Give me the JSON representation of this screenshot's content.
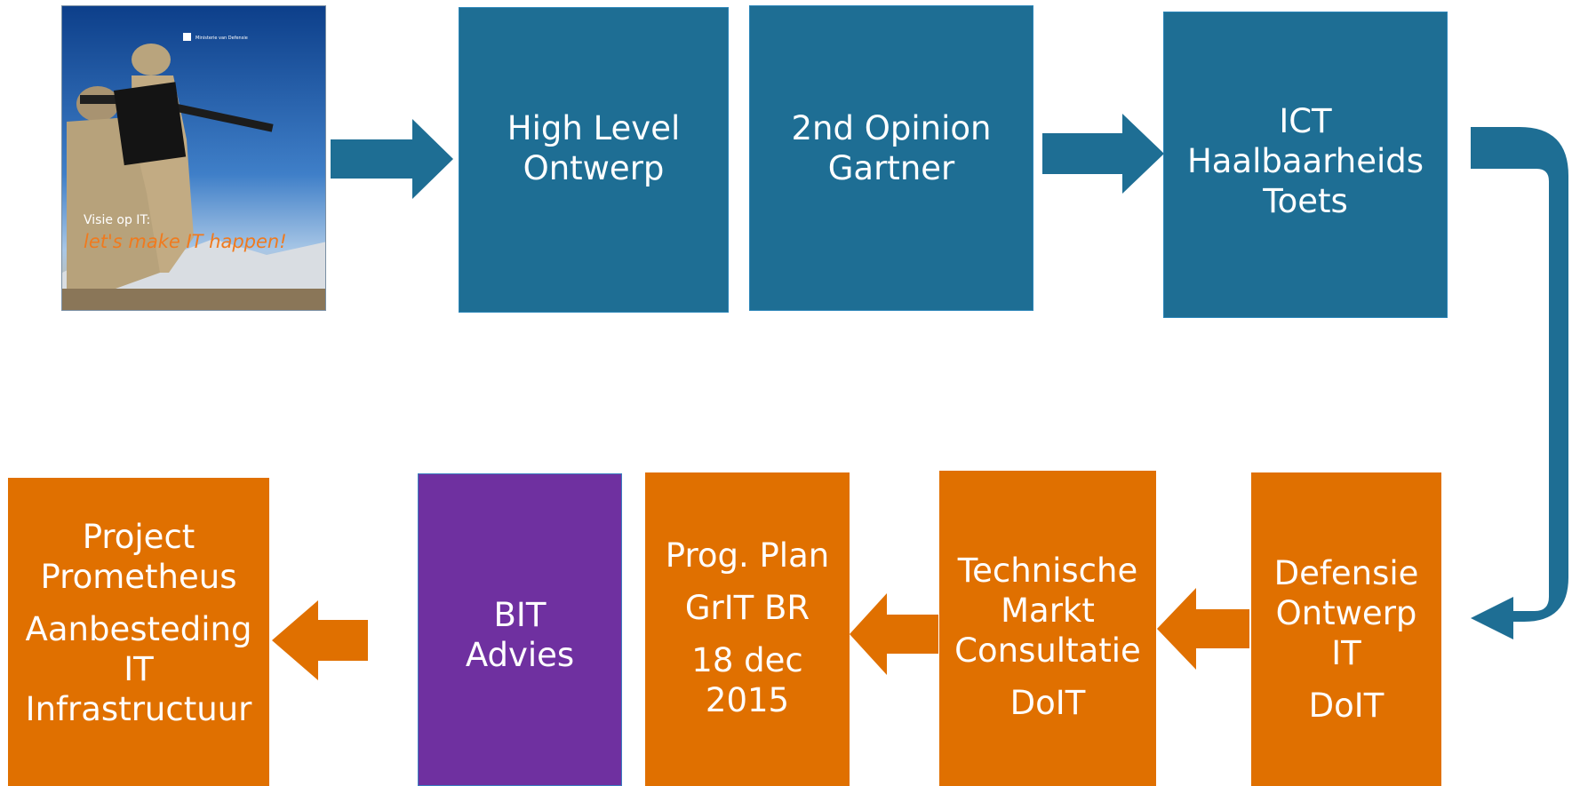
{
  "cover": {
    "ministry": "Ministerie van Defensie",
    "visie": "Visie op IT:",
    "slogan": "let's make IT happen!"
  },
  "boxes": {
    "high_level": [
      "High Level",
      "Ontwerp"
    ],
    "second_opinion": [
      "2nd Opinion",
      "Gartner"
    ],
    "ict": [
      "ICT",
      "Haalbaarheids",
      "Toets"
    ],
    "defensie": {
      "lines": [
        "Defensie",
        "Ontwerp",
        "IT"
      ],
      "sub": "DoIT"
    },
    "technische": {
      "lines": [
        "Technische",
        "Markt",
        "Consultatie"
      ],
      "sub": "DoIT"
    },
    "prog_plan": {
      "top": "Prog. Plan",
      "mid": "GrIT BR",
      "date": [
        "18 dec",
        "2015"
      ]
    },
    "bit": [
      "BIT",
      "Advies"
    ],
    "project": {
      "lines": [
        "Project",
        "Prometheus"
      ],
      "sub": [
        "Aanbesteding",
        "IT",
        "Infrastructuur"
      ]
    }
  },
  "colors": {
    "blue": "#1e6e94",
    "orange": "#e07000",
    "purple": "#6f30a0"
  }
}
